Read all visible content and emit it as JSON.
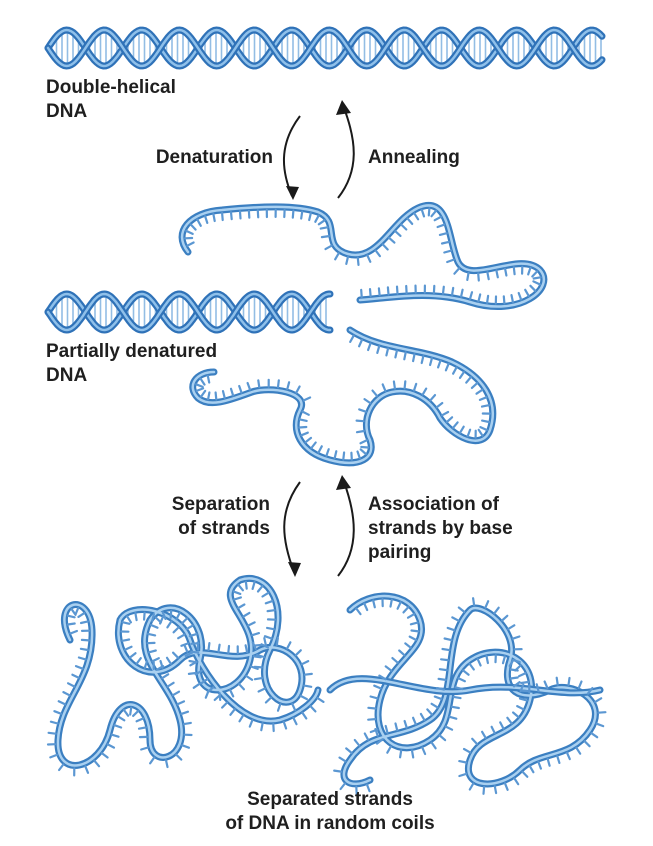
{
  "labels": {
    "double_helical": [
      "Double-helical",
      "DNA"
    ],
    "denaturation": "Denaturation",
    "annealing": "Annealing",
    "partially_denatured": [
      "Partially denatured",
      "DNA"
    ],
    "separation": [
      "Separation",
      "of strands"
    ],
    "association": [
      "Association of",
      "strands by base",
      "pairing"
    ],
    "separated": [
      "Separated strands",
      "of DNA in random coils"
    ]
  },
  "colors": {
    "strand_dark": "#2f72b8",
    "strand_light": "#8fc0ea",
    "strand_mid": "#5b97d2",
    "rung": "#6fa8dc",
    "arrow": "#1a1a1a",
    "text": "#1f1f1f"
  }
}
